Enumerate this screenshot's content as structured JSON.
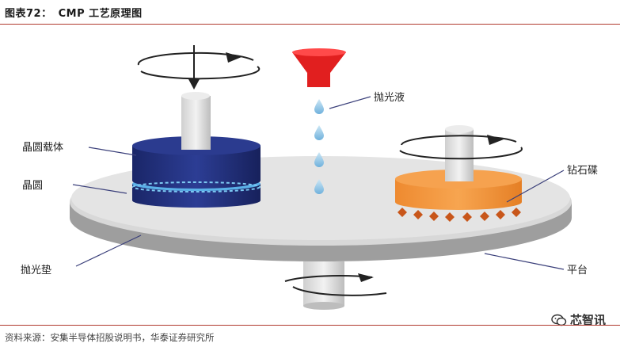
{
  "figure": {
    "number": "图表72：",
    "title": "CMP 工艺原理图"
  },
  "labels": {
    "slurry": "抛光液",
    "carrier": "晶圆载体",
    "wafer": "晶圆",
    "diamond_disk": "钻石碟",
    "pad": "抛光垫",
    "platen": "平台"
  },
  "source": "资料来源：安集半导体招股说明书，华泰证券研究所",
  "watermark": "芯智讯",
  "colors": {
    "rule": "#b03a2e",
    "carrier": "#1f2f7a",
    "nozzle": "#e02020",
    "droplet": "#8ec5e6",
    "diamond_disk": "#f0903a",
    "pad": "#e2e2e2"
  }
}
